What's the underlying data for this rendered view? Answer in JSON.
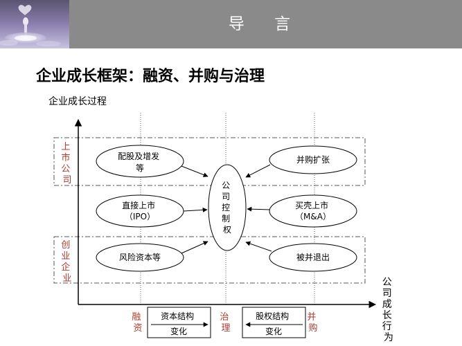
{
  "header": {
    "title": "导 言"
  },
  "subtitle": "企业成长框架：融资、并购与治理",
  "diagram": {
    "y_axis_label": "企业成长过程",
    "x_axis_label": [
      "公",
      "司",
      "成",
      "长",
      "行",
      "为"
    ],
    "rows": {
      "listed": [
        "上",
        "市",
        "公",
        "司"
      ],
      "startup": [
        "创",
        "业",
        "企",
        "业"
      ]
    },
    "left_nodes": {
      "seo": [
        "配股及增发",
        "等"
      ],
      "ipo": [
        "直接上市",
        "（IPO）"
      ],
      "vc": [
        "风险资本等"
      ]
    },
    "right_nodes": {
      "mna": [
        "并购扩张"
      ],
      "reverse_merger": [
        "买壳上市",
        "（M&A）"
      ],
      "exit": [
        "被并退出"
      ]
    },
    "center_node": [
      "公",
      "司",
      "控",
      "制",
      "权"
    ],
    "bottom": {
      "financing": [
        "融",
        "资"
      ],
      "capital_structure": [
        "资本结构",
        "变化"
      ],
      "governance": [
        "治",
        "理"
      ],
      "equity_structure": [
        "股权结构",
        "变化"
      ],
      "mna": [
        "并",
        "购"
      ]
    },
    "colors": {
      "row_label": "#b03a2e",
      "header_bg": "#8a8a8a",
      "dashed": "#555555"
    }
  }
}
